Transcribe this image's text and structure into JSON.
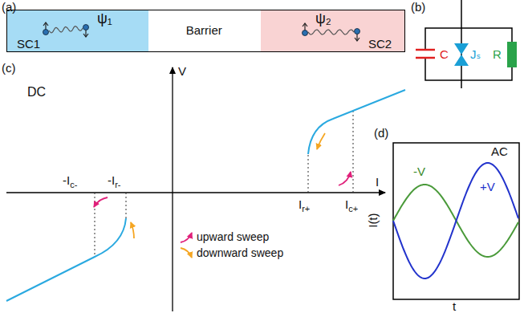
{
  "diagram": {
    "nodes": [
      {
        "text": [
          "ψ₁",
          "SC1"
        ]
      },
      {
        "text": [
          "Barrier"
        ]
      },
      {
        "text": [
          "ψ₂",
          "SC2"
        ]
      }
    ],
    "labels": [
      "(a)",
      "(b)",
      "C",
      "Jₛ",
      "R",
      "(c)",
      "DC",
      "V",
      "I",
      "-I",
      "c-",
      "-I",
      "r-",
      "I",
      "r+",
      "I",
      "c+",
      "(d)",
      "AC",
      "-V",
      "+V",
      "I(t)",
      "t"
    ],
    "legend": [
      {
        "text": "upward sweep"
      },
      {
        "text": "downward sweep"
      }
    ]
  }
}
